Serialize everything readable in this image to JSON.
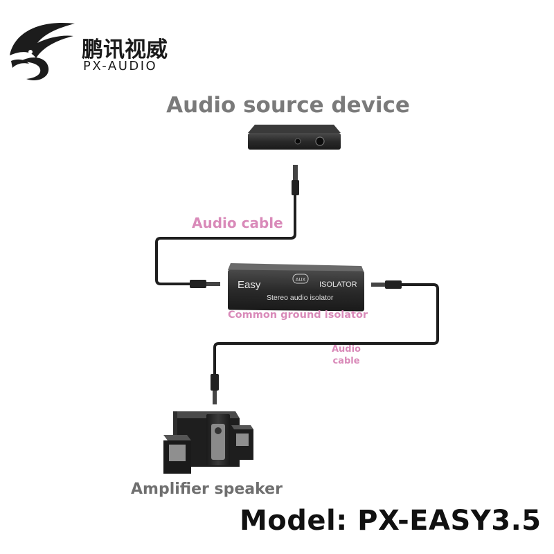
{
  "brand": {
    "name_cn": "鹏讯视威",
    "name_en": "PX-AUDIO"
  },
  "labels": {
    "source_device": "Audio source device",
    "audio_cable_top": "Audio cable",
    "isolator_caption": "Common ground isolator",
    "audio_cable_bottom_line1": "Audio",
    "audio_cable_bottom_line2": "cable",
    "speaker": "Amplifier speaker",
    "model": "Model: PX-EASY3.5"
  },
  "isolator": {
    "brand_text": "Easy",
    "badge_text": "AUX",
    "title_text": "ISOLATOR",
    "subtitle_text": "Stereo audio isolator"
  },
  "colors": {
    "accent_pink": "#d98ab9",
    "heading_gray": "#7a7a7a",
    "cable": "#1e1e1e",
    "device": "#2a2a2a"
  },
  "icons": {
    "logo": "eagle-wing-icon",
    "source": "audio-source-device-icon",
    "isolator": "isolator-box-icon",
    "speaker": "speaker-system-icon",
    "plug": "3.5mm-plug-icon"
  }
}
